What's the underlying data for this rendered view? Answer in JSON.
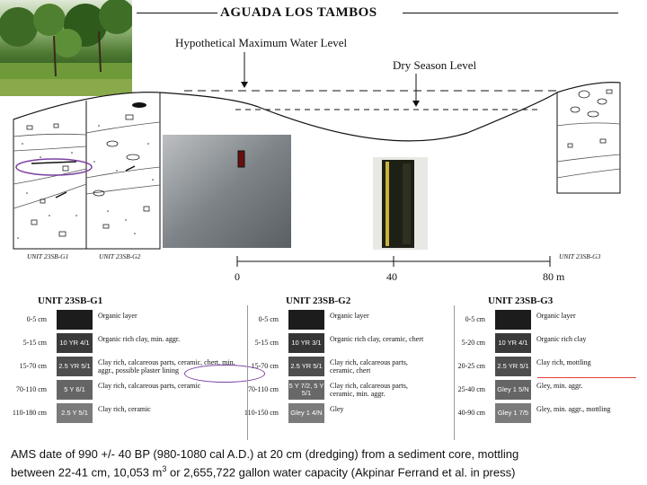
{
  "title": "AGUADA LOS TAMBOS",
  "labels": {
    "max_level": "Hypothetical Maximum Water Level",
    "dry_level": "Dry Season Level"
  },
  "units": {
    "g1": "UNIT 23SB-G1",
    "g2": "UNIT 23SB-G2",
    "g3": "UNIT 23SB-G3"
  },
  "scale": {
    "ticks": [
      "0",
      "40",
      "80 m"
    ]
  },
  "tables": [
    {
      "title": "UNIT 23SB-G1",
      "rows": [
        {
          "depth": "0-5 cm",
          "code": "",
          "color": "#1c1c1c",
          "desc": "Organic layer"
        },
        {
          "depth": "5-15 cm",
          "code": "10 YR 4/1",
          "color": "#3a3a3a",
          "desc": "Organic rich clay, min. aggr."
        },
        {
          "depth": "15-70 cm",
          "code": "2.5 YR 5/1",
          "color": "#4e4e4e",
          "desc": "Clay rich, calcareous parts, ceramic, chert, min. aggr., possible plaster lining"
        },
        {
          "depth": "70-110 cm",
          "code": "5 Y 6/1",
          "color": "#656565",
          "desc": "Clay rich, calcareous parts, ceramic"
        },
        {
          "depth": "110-180 cm",
          "code": "2.5 Y 5/1",
          "color": "#7b7b7b",
          "desc": "Clay rich, ceramic"
        }
      ]
    },
    {
      "title": "UNIT 23SB-G2",
      "rows": [
        {
          "depth": "0-5 cm",
          "code": "",
          "color": "#1c1c1c",
          "desc": "Organic layer"
        },
        {
          "depth": "5-15 cm",
          "code": "10 YR 3/1",
          "color": "#353535",
          "desc": "Organic rich clay, ceramic, chert"
        },
        {
          "depth": "15-70 cm",
          "code": "2.5 YR 5/1",
          "color": "#4e4e4e",
          "desc": "Clay rich, calcareous parts, ceramic, chert"
        },
        {
          "depth": "70-110 cm",
          "code": "5 Y 7/2, 5 Y 5/1",
          "color": "#686868",
          "desc": "Clay rich, calcareous parts, ceramic, min. aggr."
        },
        {
          "depth": "110-150 cm",
          "code": "Gley 1 4/N",
          "color": "#7b7b7b",
          "desc": "Gley"
        }
      ]
    },
    {
      "title": "UNIT 23SB-G3",
      "rows": [
        {
          "depth": "0-5 cm",
          "code": "",
          "color": "#1c1c1c",
          "desc": "Organic layer"
        },
        {
          "depth": "5-20 cm",
          "code": "10 YR 4/1",
          "color": "#3a3a3a",
          "desc": "Organic rich clay"
        },
        {
          "depth": "20-25 cm",
          "code": "2.5 YR 5/1",
          "color": "#4e4e4e",
          "desc": "Clay rich, mottling"
        },
        {
          "depth": "25-40 cm",
          "code": "Gley 1 5/N",
          "color": "#656565",
          "desc": "Gley, min. aggr."
        },
        {
          "depth": "40-90 cm",
          "code": "Gley 1 7/5",
          "color": "#7b7b7b",
          "desc": "Gley, min. aggr., mottling"
        }
      ]
    }
  ],
  "caption": {
    "line1": "AMS date of 990 +/- 40 BP (980-1080 cal A.D.) at 20 cm (dredging) from a sediment core, mottling",
    "line2_a": "between 22-41 cm, 10,053 m",
    "line2_sup": "3",
    "line2_b": " or 2,655,722 gallon water capacity (Akpinar Ferrand et al. in press)"
  },
  "colors": {
    "highlight_circle": "#7b3fa0",
    "red_line": "#e0403a"
  }
}
